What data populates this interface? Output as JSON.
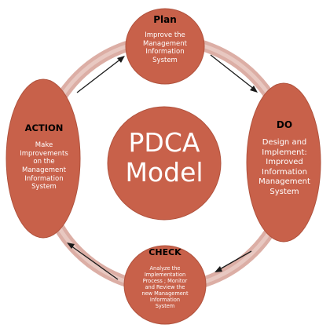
{
  "colors": {
    "node_fill": "#c8614a",
    "node_stroke": "#b0523d",
    "ring": "#dcaea5",
    "ring_inner": "#e8c8c1",
    "arrow": "#1a1a1a",
    "title_text": "#000000",
    "body_text": "#ffffff"
  },
  "center": {
    "line1": "PDCA",
    "line2": "Model"
  },
  "nodes": {
    "plan": {
      "title": "Plan",
      "lines": [
        "Improve the",
        "Management",
        "Information",
        "System"
      ]
    },
    "do": {
      "title": "DO",
      "lines": [
        "Design and",
        "Implement:",
        "Improved",
        "Information",
        "Management",
        "System"
      ]
    },
    "check": {
      "title": "CHECK",
      "lines": [
        "Analyze the",
        "Implementation",
        "Process ; Monitor",
        "and Review the",
        "new Management",
        "Information",
        "System"
      ]
    },
    "action": {
      "title": "ACTION",
      "lines": [
        "Make",
        "Improvements",
        "on the",
        "Management",
        "Information",
        "System"
      ]
    }
  },
  "icons": [
    "arrow-plan-to-do-icon",
    "arrow-do-to-check-icon",
    "arrow-check-to-action-icon",
    "arrow-action-to-plan-icon"
  ]
}
